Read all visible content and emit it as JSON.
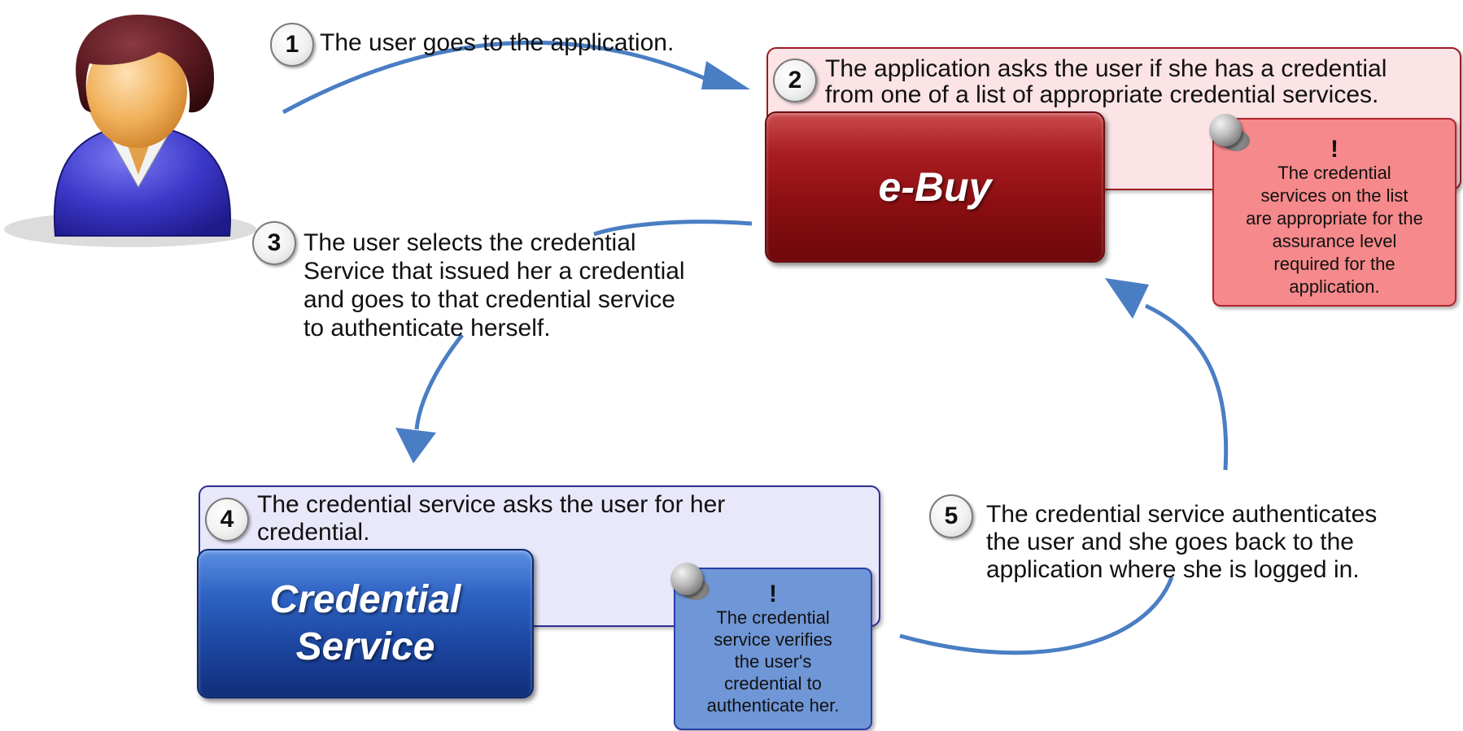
{
  "steps": [
    {
      "num": "1",
      "text": "The user goes to the application."
    },
    {
      "num": "2",
      "line1": "The application asks the user if she has a credential",
      "line2": "from one of a list of appropriate credential services."
    },
    {
      "num": "3",
      "line1": "The user selects the credential",
      "line2": "Service that issued her a credential",
      "line3": "and goes  to that credential service",
      "line4": "to authenticate herself."
    },
    {
      "num": "4",
      "line1": "The credential service asks the user for her",
      "line2": "credential."
    },
    {
      "num": "5",
      "line1": "The credential service authenticates",
      "line2": "the user and she goes back to the",
      "line3": "application where she is logged in."
    }
  ],
  "app": {
    "label": "e-Buy"
  },
  "credential_service": {
    "line1": "Credential",
    "line2": "Service"
  },
  "notes": {
    "app_note": {
      "mark": "!",
      "lines": [
        "The credential",
        "services on the list",
        "are appropriate for the",
        "assurance level",
        "required for the",
        "application."
      ]
    },
    "credential_note": {
      "mark": "!",
      "lines": [
        "The credential",
        "service verifies",
        "the user's",
        "credential to",
        "authenticate her."
      ]
    }
  },
  "colors": {
    "arrow": "#4a7ec4",
    "app_box": "#8c0f13",
    "app_panel": "#fbe3e6",
    "app_note": "#f6898b",
    "cred_box": "#1d48a3",
    "cred_panel": "#e8e8fa",
    "cred_note": "#6f96d6"
  },
  "icons": {
    "user": "user-avatar-icon",
    "pin": "pushpin-icon"
  }
}
